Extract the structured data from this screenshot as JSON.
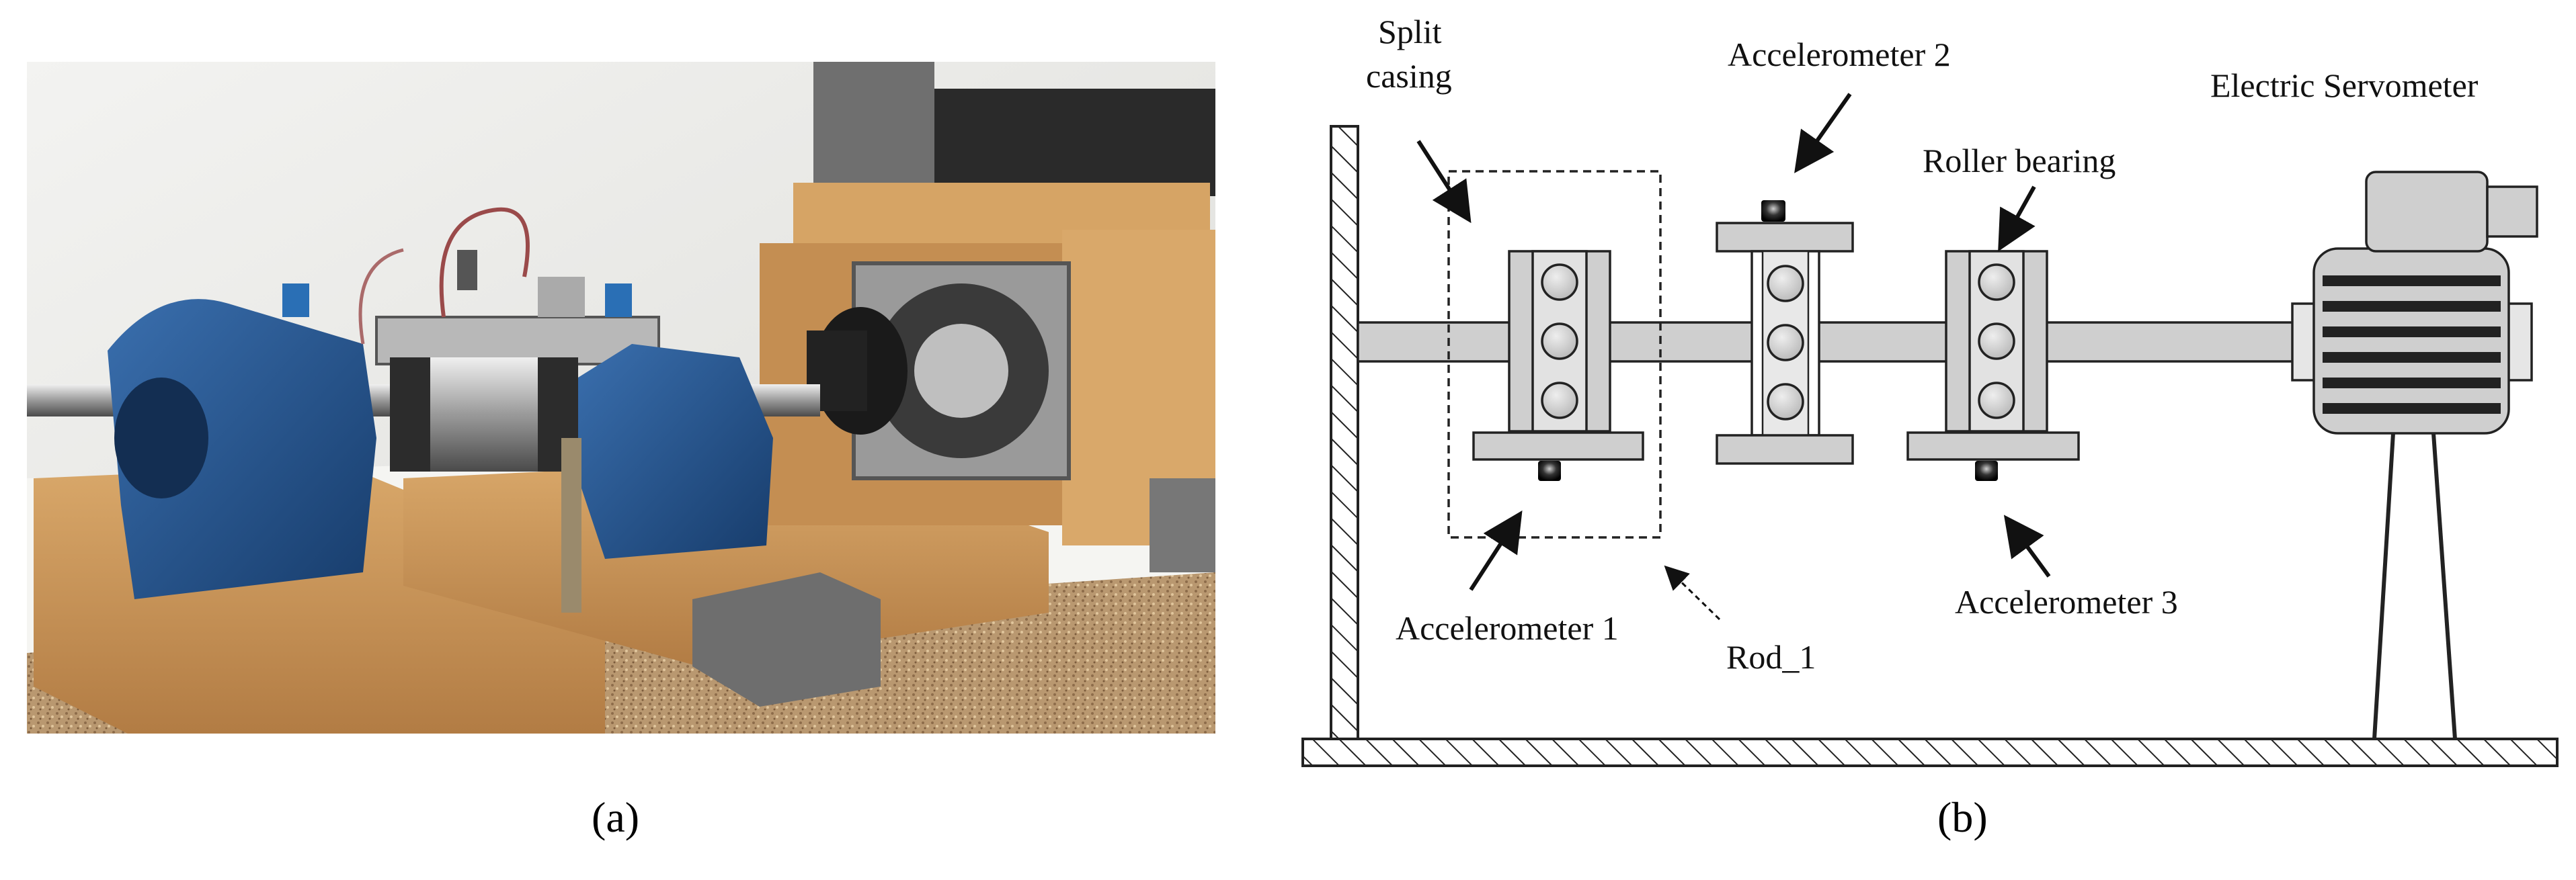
{
  "figure": {
    "panel_a": {
      "caption": "(a)",
      "description_icon": "test-rig-photo"
    },
    "panel_b": {
      "caption": "(b)",
      "labels": {
        "split_casing_line1": "Split",
        "split_casing_line2": "casing",
        "accelerometer_1": "Accelerometer 1",
        "accelerometer_2": "Accelerometer 2",
        "accelerometer_3": "Accelerometer 3",
        "roller_bearing": "Roller bearing",
        "electric_servometer": "Electric Servometer",
        "rod": "Rod_1"
      }
    },
    "colors": {
      "component_fill": "#cfcfcf",
      "stroke": "#222222",
      "sensor": "#111111",
      "photo_blue": "#1f4f86",
      "photo_wood": "#c9965c"
    }
  }
}
